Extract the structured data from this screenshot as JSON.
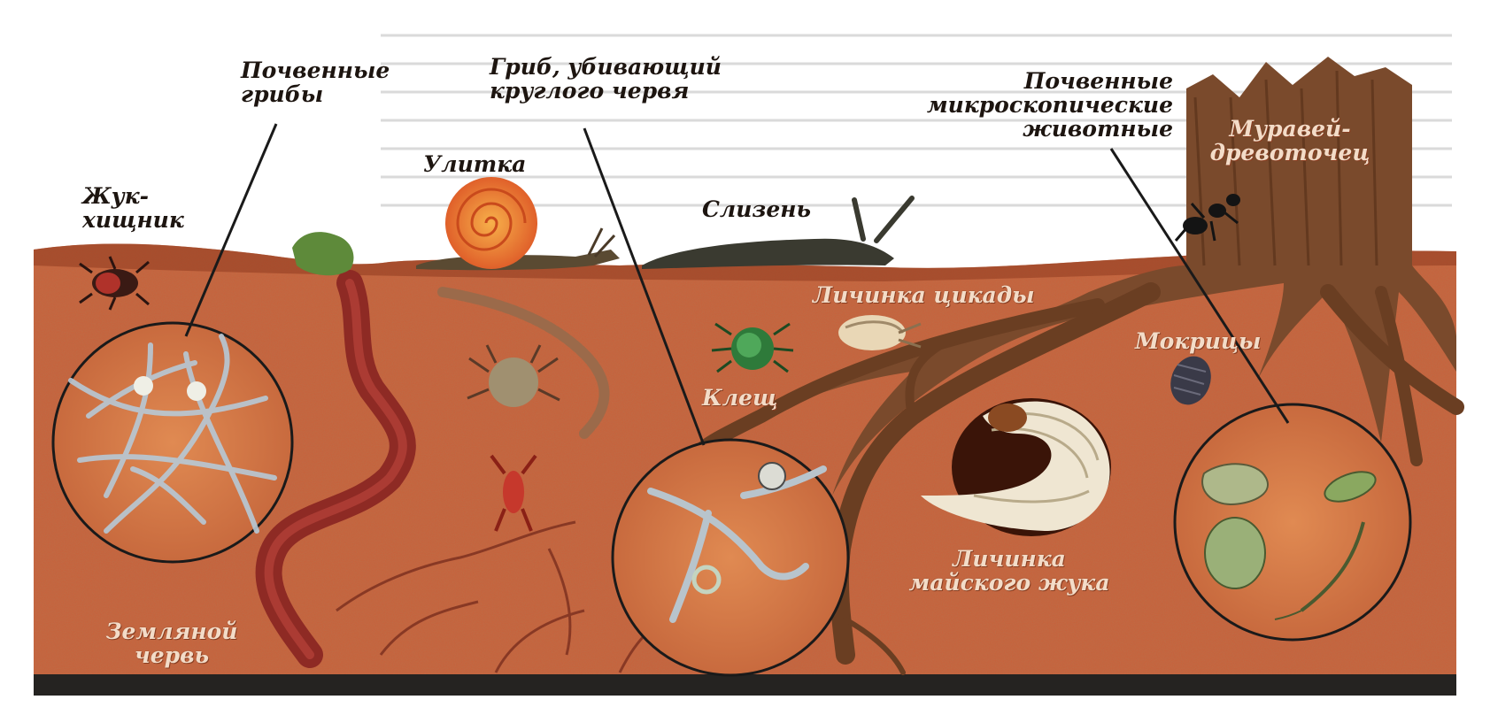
{
  "labels": {
    "soil_fungi": "Почвенные\nгрибы",
    "nematode_fungus": "Гриб, убивающий\nкруглого червя",
    "soil_micro_animals": "Почвенные\nмикроскопические\nживотные",
    "predator_beetle": "Жук-\nхищник",
    "snail": "Улитка",
    "slug": "Слизень",
    "carpenter_ant": "Муравей-\nдревоточец",
    "cicada_larva": "Личинка цикады",
    "mite": "Клещ",
    "woodlice": "Мокрицы",
    "may_beetle_larva": "Личинка\nмайского жука",
    "earthworm": "Земляной\nчервь"
  },
  "colors": {
    "soil": "#c9603a",
    "soil_dark": "#a8462a",
    "sky": "#ffffff",
    "bedrock": "#252321",
    "stump": "#7a4a2c",
    "label_dark": "#1d1510",
    "label_light": "#f3dcc8"
  }
}
